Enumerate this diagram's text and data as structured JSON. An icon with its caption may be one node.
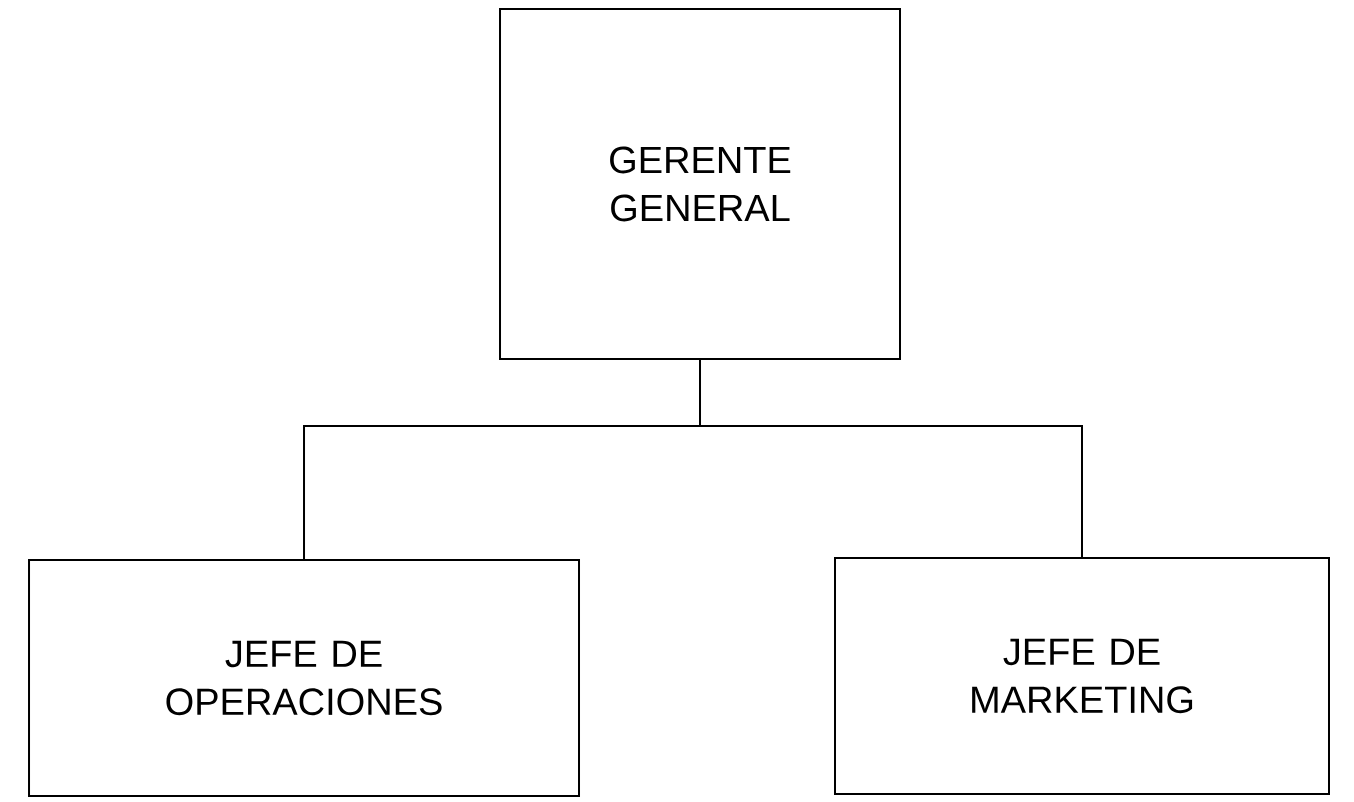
{
  "diagram": {
    "nodes": [
      {
        "text": [
          "GERENTE GENERAL"
        ]
      },
      {
        "text": [
          "JEFE DE OPERACIONES"
        ]
      },
      {
        "text": [
          "JEFE DE MARKETING"
        ]
      }
    ],
    "edges": [
      {
        "from": 0,
        "to": 1,
        "arrow": "none"
      },
      {
        "from": 0,
        "to": 2,
        "arrow": "none"
      }
    ]
  }
}
